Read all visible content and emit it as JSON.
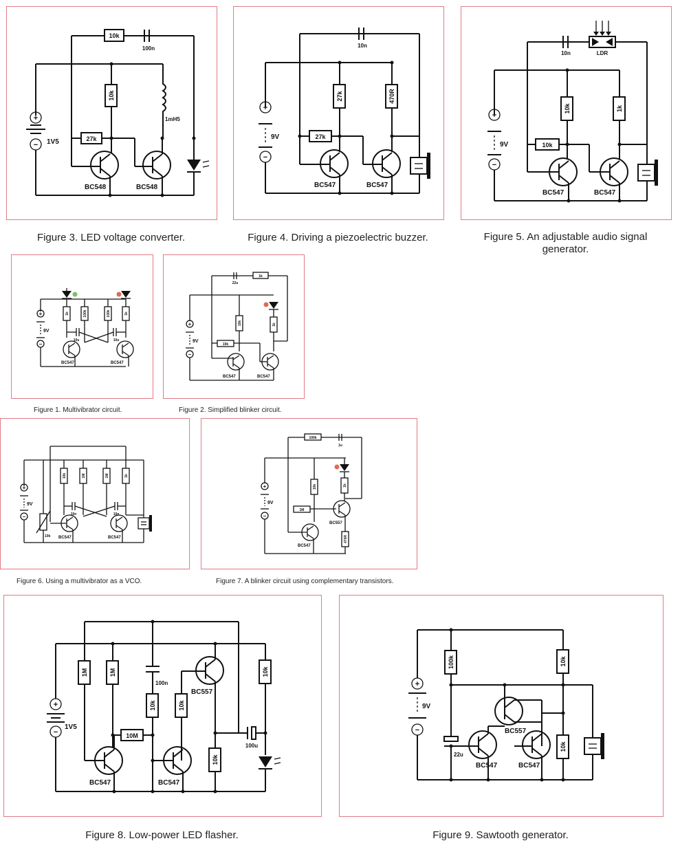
{
  "figures": {
    "fig3": {
      "caption": "Figure 3. LED voltage converter.",
      "labels": {
        "r_top": "10k",
        "c_top": "100n",
        "r_mid": "10k",
        "inductor": "1mH5",
        "r_base": "27k",
        "battery": "1V5",
        "t1": "BC548",
        "t2": "BC548"
      }
    },
    "fig4": {
      "caption": "Figure 4. Driving a piezoelectric buzzer.",
      "labels": {
        "c_top": "10n",
        "r1": "27k",
        "r2": "470R",
        "r_base": "27k",
        "battery": "9V",
        "t1": "BC547",
        "t2": "BC547"
      }
    },
    "fig5": {
      "caption": "Figure 5. An adjustable audio signal generator.",
      "labels": {
        "c_top": "10n",
        "ldr": "LDR",
        "r1": "10k",
        "r2": "1k",
        "r_base": "10k",
        "battery": "9V",
        "t1": "BC547",
        "t2": "BC547"
      }
    },
    "fig1": {
      "caption": "Figure 1. Multivibrator circuit.",
      "labels": {
        "r1": "1k",
        "r2": "100k",
        "r3": "100k",
        "r4": "1k",
        "c1": "10u",
        "c2": "10u",
        "battery": "9V",
        "t1": "BC547",
        "t2": "BC547"
      }
    },
    "fig2": {
      "caption": "Figure 2. Simplified blinker circuit.",
      "labels": {
        "c_top": "22u",
        "r_top": "1k",
        "r1": "10k",
        "r2": "1k",
        "r_base": "10k",
        "battery": "9V",
        "t1": "BC547",
        "t2": "BC547"
      }
    },
    "fig6": {
      "caption": "Figure 6. Using a multivibrator as a VCO.",
      "labels": {
        "r1": "10k",
        "r2": "1M",
        "r3": "1M",
        "r4": "1k",
        "c1": "10n",
        "c2": "10n",
        "pot": "10k",
        "battery": "9V",
        "t1": "BC547",
        "t2": "BC547"
      }
    },
    "fig7": {
      "caption": "Figure 7. A blinker circuit using complementary transistors.",
      "labels": {
        "r_top": "100k",
        "c_top": "1u",
        "r1": "10k",
        "r2": "1k",
        "r_base": "1M",
        "r3": "470R",
        "battery": "9V",
        "t1": "BC557",
        "t2": "BC547"
      }
    },
    "fig8": {
      "caption": "Figure 8. Low-power LED flasher.",
      "labels": {
        "r1": "1M",
        "r2": "1M",
        "c1": "100n",
        "r3": "10k",
        "r4": "10k",
        "r5": "10k",
        "r6": "10k",
        "r_base": "10M",
        "c2": "100u",
        "battery": "1V5",
        "t1": "BC547",
        "t2": "BC547",
        "t3": "BC557"
      }
    },
    "fig9": {
      "caption": "Figure 9. Sawtooth generator.",
      "labels": {
        "r1": "100k",
        "r2": "10k",
        "r3": "10k",
        "c1": "22u",
        "battery": "9V",
        "t1": "BC547",
        "t2": "BC547",
        "t3": "BC557"
      }
    }
  },
  "colors": {
    "frame": "#e07b86",
    "wire": "#111111",
    "led_green": "#7bbf6a",
    "led_red": "#e06a4f"
  }
}
